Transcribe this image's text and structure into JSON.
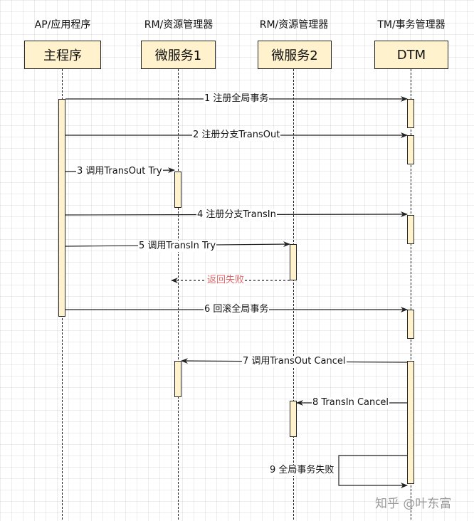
{
  "participants": [
    {
      "role": "AP/应用程序",
      "name": "主程序"
    },
    {
      "role": "RM/资源管理器",
      "name": "微服务1"
    },
    {
      "role": "RM/资源管理器",
      "name": "微服务2"
    },
    {
      "role": "TM/事务管理器",
      "name": "DTM"
    }
  ],
  "messages": [
    {
      "label": "1 注册全局事务",
      "from": "主程序",
      "to": "DTM"
    },
    {
      "label": "2 注册分支TransOut",
      "from": "主程序",
      "to": "DTM"
    },
    {
      "label": "3 调用TransOut Try",
      "from": "主程序",
      "to": "微服务1"
    },
    {
      "label": "4 注册分支TransIn",
      "from": "主程序",
      "to": "DTM"
    },
    {
      "label": "5 调用TransIn Try",
      "from": "主程序",
      "to": "微服务2"
    },
    {
      "label": "返回失败",
      "from": "微服务2",
      "to": "微服务1",
      "style": "return"
    },
    {
      "label": "6 回滚全局事务",
      "from": "主程序",
      "to": "DTM"
    },
    {
      "label": "7 调用TransOut Cancel",
      "from": "DTM",
      "to": "微服务1"
    },
    {
      "label": "8 TransIn Cancel",
      "from": "DTM",
      "to": "微服务2"
    },
    {
      "label": "9 全局事务失败",
      "from": "DTM",
      "to": "DTM",
      "style": "self"
    }
  ],
  "colors": {
    "box_fill": "#fff2cc",
    "line": "#222222",
    "return_text": "#e06666",
    "watermark": "#9a9a9a"
  },
  "watermark": "知乎 @叶东富"
}
